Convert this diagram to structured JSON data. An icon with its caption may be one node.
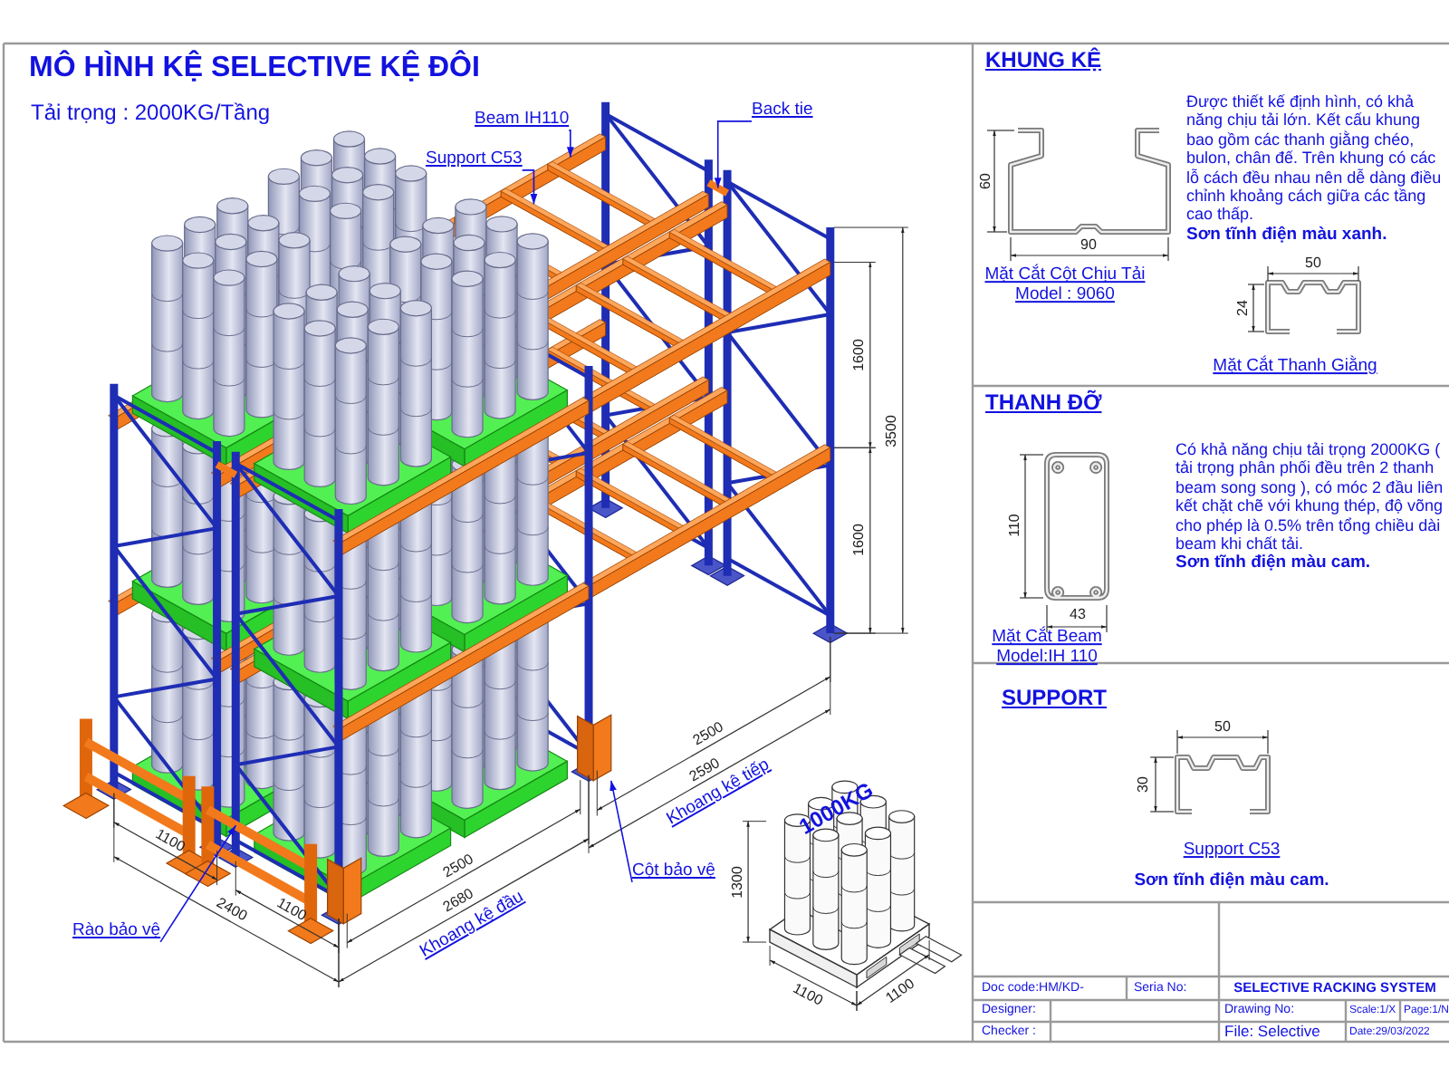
{
  "diagram": {
    "title": "MÔ HÌNH KỆ SELECTIVE KỆ ĐÔI",
    "nodes": [
      {
        "text": [
          "Beam IH110"
        ]
      },
      {
        "text": [
          "Support C53"
        ]
      },
      {
        "text": [
          "Back tie"
        ]
      },
      {
        "text": [
          "Rào bảo vệ"
        ]
      },
      {
        "text": [
          "Cột bảo vệ"
        ]
      },
      {
        "text": [],
        "shape": "bar"
      }
    ],
    "edges": [
      {
        "from": 0,
        "to": null,
        "arrow": "to"
      },
      {
        "from": 1,
        "to": null,
        "arrow": "to"
      },
      {
        "from": 2,
        "to": null,
        "arrow": "to"
      },
      {
        "from": 3,
        "to": null,
        "arrow": "to"
      },
      {
        "from": 4,
        "to": 5,
        "arrow": "to"
      }
    ],
    "labels": [
      "Tải trọng : 2000KG/Tầng",
      "KHUNG KỆ",
      "Được thiết kế định hình, có khả năng chịu tải lớn. Kết cấu khung bao gồm các thanh giằng chéo, bulon, chân đế. Trên khung có các lỗ cách đều nhau nên dễ dàng điều chỉnh khoảng cách giữa các tầng cao thấp.",
      "Sơn tĩnh điện màu xanh.",
      "60",
      "90",
      "Mặt Cắt Cột Chịu Tải Model : 9060",
      "50",
      "24",
      "Mặt Cắt Thanh Giằng",
      "1600",
      "3500",
      "1600",
      "THANH ĐỠ",
      "Có khả năng chịu tải trọng 2000KG ( tải trọng phân phối đều trên 2 thanh beam song song ), có móc 2 đầu liên kết chặt chẽ với khung thép, độ võng cho phép là 0.5% trên tổng chiều dài beam khi chất tải.",
      "Sơn tĩnh điện màu cam.",
      "110",
      "43",
      "Mặt Cắt Beam Model:IH 110",
      "SUPPORT",
      "50",
      "30",
      "Support C53",
      "Sơn tĩnh điện màu cam.",
      "2500",
      "2590",
      "Khoang kệ tiếp",
      "1300",
      "1000KG",
      "1100",
      "2400",
      "1100",
      "2500",
      "2680",
      "Khoang kệ đầu",
      "1100",
      "1100",
      "Doc code:HM/KD-",
      "Seria No:",
      "SELECTIVE RACKING SYSTEM",
      "Designer:",
      "Drawing No:",
      "Scale:1/X",
      "Page:1/N",
      "Checker :",
      "File: Selective",
      "Date:29/03/2022"
    ]
  }
}
